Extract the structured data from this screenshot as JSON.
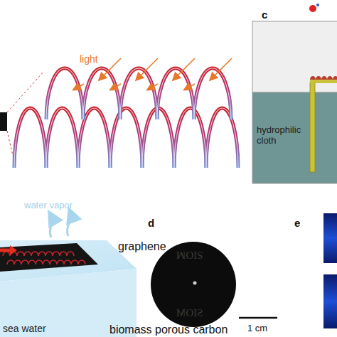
{
  "diagram": {
    "nodes": [
      {
        "text": [
          "hydrophilic cloth"
        ]
      },
      {
        "text": [
          "sea water"
        ]
      }
    ],
    "labels": [
      "light",
      "c",
      "water vapor",
      "d",
      "graphene",
      "SIOM",
      "SIOM",
      "biomass porous carbon",
      "1 cm",
      "e"
    ]
  }
}
